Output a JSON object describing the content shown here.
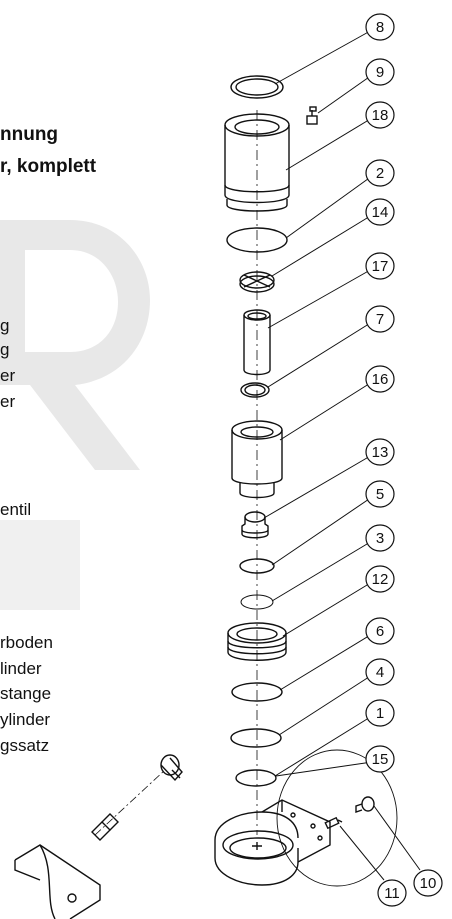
{
  "title": {
    "line1": "nnung",
    "line2": "r, komplett"
  },
  "parts_list_fragments": [
    "g",
    "g",
    "er",
    "er",
    "entil",
    "rboden",
    "linder",
    "stange",
    "ylinder",
    "gssatz"
  ],
  "callouts": [
    "8",
    "9",
    "18",
    "2",
    "14",
    "17",
    "7",
    "16",
    "13",
    "5",
    "3",
    "12",
    "6",
    "4",
    "1",
    "15",
    "10",
    "11"
  ],
  "colors": {
    "line": "#111111",
    "watermark": "#e6e6e6"
  }
}
